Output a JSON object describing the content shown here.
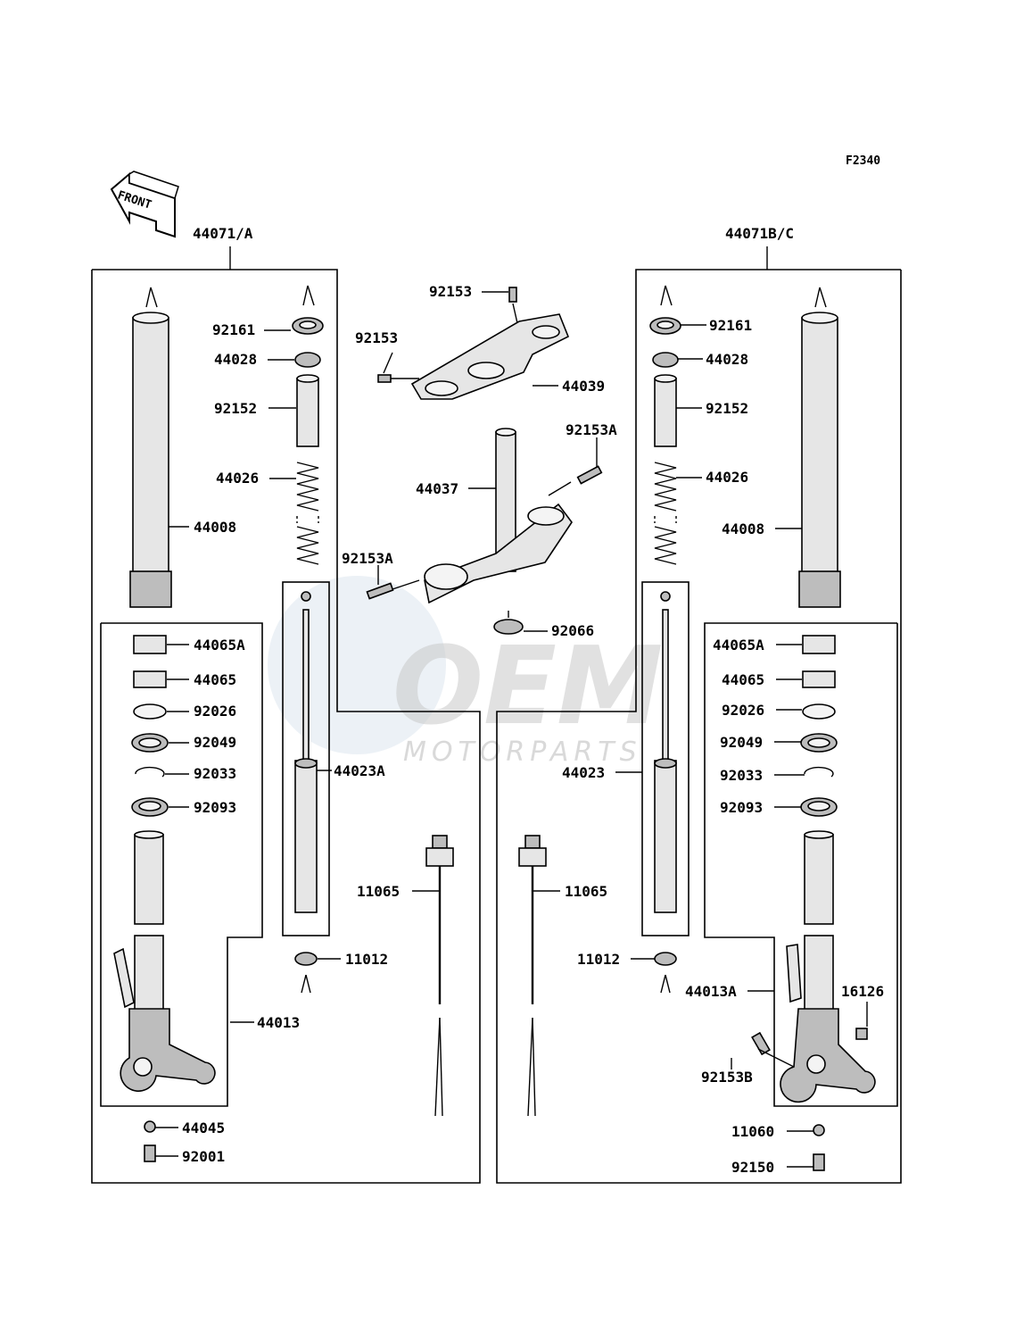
{
  "diagram_code": "F2340",
  "front_arrow_text": "FRONT",
  "watermark": {
    "brand": "OEM",
    "sub": "MOTORPARTS"
  },
  "labels": {
    "k44071A": "44071/A",
    "k44071BC": "44071B/C",
    "k92153_top": "92153",
    "k92153_mid": "92153",
    "k44039": "44039",
    "k92153A_r": "92153A",
    "k44037": "44037",
    "k92153A_l": "92153A",
    "k92066": "92066",
    "L92161": "92161",
    "L44028": "44028",
    "L92152": "92152",
    "L44026": "44026",
    "L44008": "44008",
    "L44065A": "44065A",
    "L44065": "44065",
    "L92026": "92026",
    "L92049": "92049",
    "L92033": "92033",
    "L92093": "92093",
    "L44023A": "44023A",
    "L11065": "11065",
    "L11012": "11012",
    "L44013": "44013",
    "L44045": "44045",
    "L92001": "92001",
    "R92161": "92161",
    "R44028": "44028",
    "R92152": "92152",
    "R44026": "44026",
    "R44008": "44008",
    "R44065A": "44065A",
    "R44065": "44065",
    "R92026": "92026",
    "R92049": "92049",
    "R92033": "92033",
    "R92093": "92093",
    "R44023": "44023",
    "R11065": "11065",
    "R11012": "11012",
    "R44013A": "44013A",
    "R16126": "16126",
    "R92153B": "92153B",
    "R11060": "11060",
    "R92150": "92150"
  }
}
